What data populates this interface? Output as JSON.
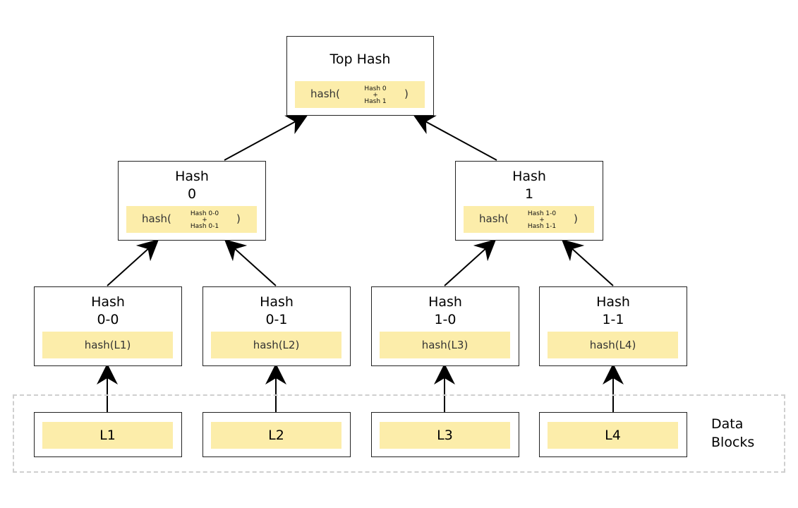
{
  "top": {
    "title": "Top Hash",
    "fn": "hash(",
    "arg1": "Hash 0",
    "plus": "+",
    "arg2": "Hash 1",
    "close": ")"
  },
  "h0": {
    "title_line1": "Hash",
    "title_line2": "0",
    "fn": "hash(",
    "arg1": "Hash 0-0",
    "plus": "+",
    "arg2": "Hash 0-1",
    "close": ")"
  },
  "h1": {
    "title_line1": "Hash",
    "title_line2": "1",
    "fn": "hash(",
    "arg1": "Hash 1-0",
    "plus": "+",
    "arg2": "Hash 1-1",
    "close": ")"
  },
  "leaves": [
    {
      "title_line1": "Hash",
      "title_line2": "0-0",
      "formula": "hash(L1)",
      "block": "L1"
    },
    {
      "title_line1": "Hash",
      "title_line2": "0-1",
      "formula": "hash(L2)",
      "block": "L2"
    },
    {
      "title_line1": "Hash",
      "title_line2": "1-0",
      "formula": "hash(L3)",
      "block": "L3"
    },
    {
      "title_line1": "Hash",
      "title_line2": "1-1",
      "formula": "hash(L4)",
      "block": "L4"
    }
  ],
  "data_blocks": {
    "line1": "Data",
    "line2": "Blocks"
  },
  "colors": {
    "formula_fill": "#fcedaa",
    "border": "#222222",
    "dashed_border": "#cfcfcf"
  }
}
